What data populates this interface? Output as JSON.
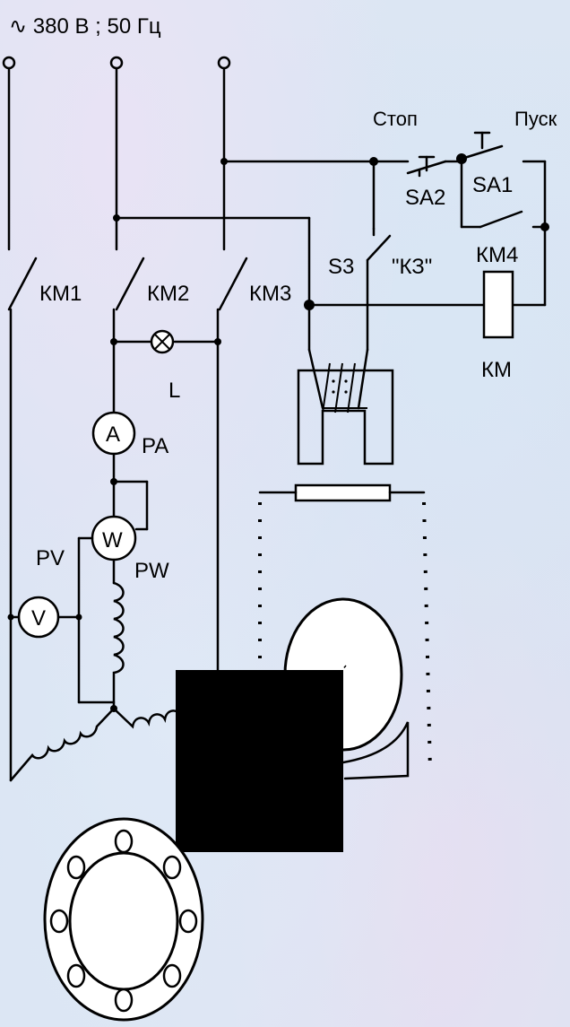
{
  "diagram": {
    "supply_label": "∿ 380 В ; 50 Гц",
    "buttons": {
      "stop": "Стоп",
      "start": "Пуск",
      "sa2": "SA2",
      "sa1": "SA1"
    },
    "contactors": {
      "km1": "КМ1",
      "km2": "КМ2",
      "km3": "КМ3",
      "km4": "КМ4",
      "km": "КМ"
    },
    "short_circuit": {
      "switch": "S3",
      "label": "\"КЗ\""
    },
    "lamp": "L",
    "meters": {
      "ammeter_symbol": "A",
      "ammeter_label": "PA",
      "wattmeter_symbol": "W",
      "wattmeter_label": "PW",
      "voltmeter_symbol": "V",
      "voltmeter_label": "PV"
    }
  }
}
